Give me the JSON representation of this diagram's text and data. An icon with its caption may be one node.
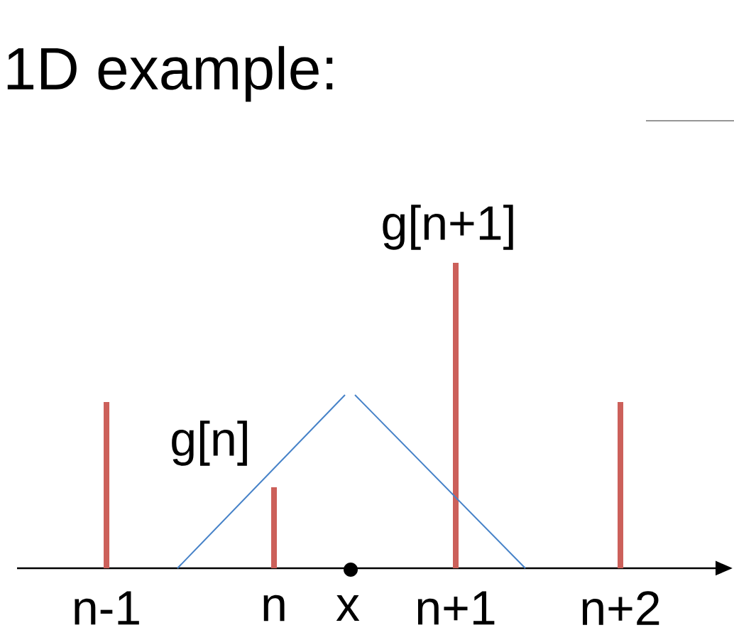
{
  "diagram": {
    "title": "1D example:",
    "labels": [
      "g[n+1]",
      "g[n]",
      "n-1",
      "n",
      "x",
      "n+1",
      "n+2"
    ]
  }
}
